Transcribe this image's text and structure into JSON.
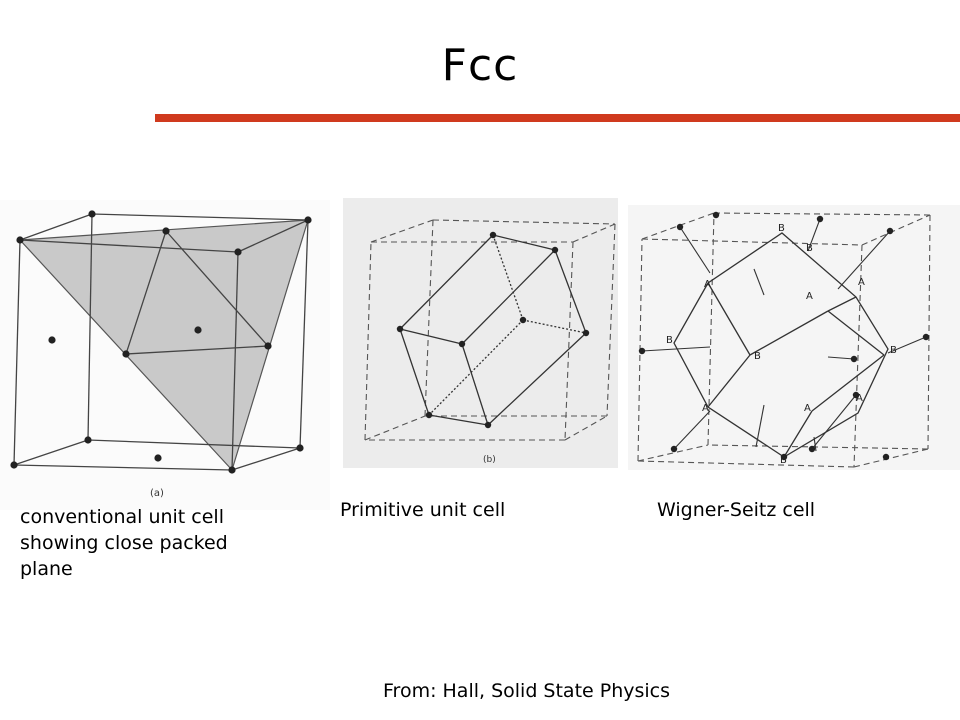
{
  "slide": {
    "title": "Fcc",
    "accent_color": "#d03a1e"
  },
  "figures": {
    "a": {
      "tag": "(a)",
      "caption": "conventional unit cell showing close packed plane"
    },
    "b": {
      "tag": "(b)",
      "caption": "Primitive unit cell"
    },
    "c": {
      "caption": "Wigner-Seitz cell",
      "labels": [
        "A",
        "A",
        "A",
        "A",
        "A",
        "A",
        "B",
        "B",
        "B",
        "B",
        "B",
        "B"
      ]
    }
  },
  "source": "From: Hall, Solid State Physics"
}
